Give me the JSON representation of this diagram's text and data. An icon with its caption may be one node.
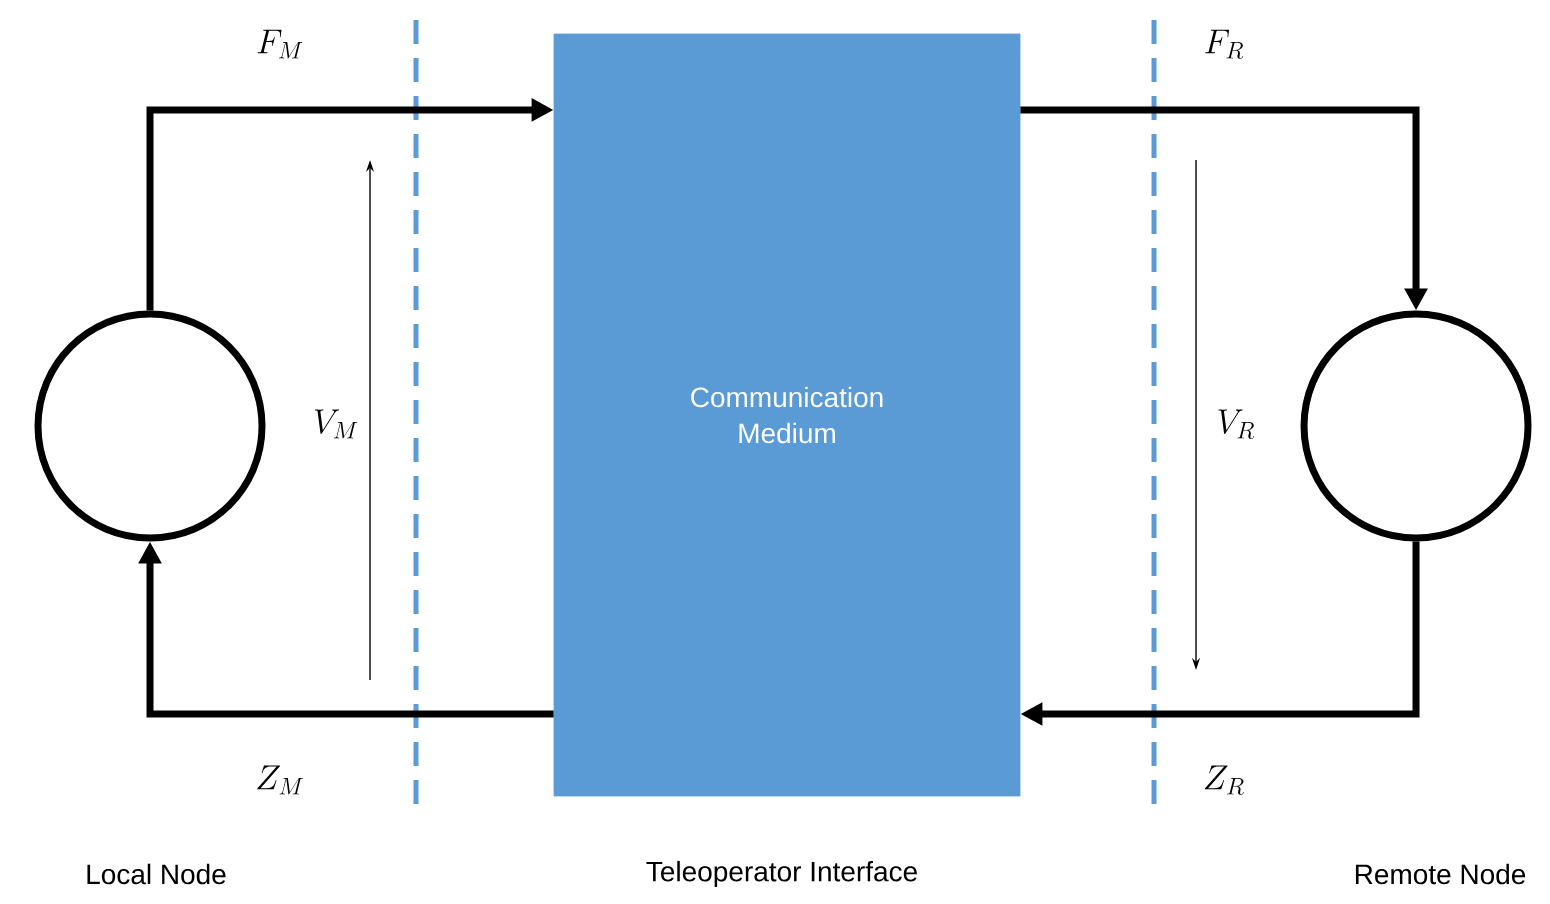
{
  "diagram": {
    "nodes": [
      {
        "text": [],
        "shape": "circle"
      },
      {
        "text": [
          "Communication Medium"
        ]
      },
      {
        "text": [],
        "shape": "circle"
      }
    ],
    "edges": [
      {
        "from": 0,
        "to": 1,
        "arrow": "to",
        "label": "F_M"
      },
      {
        "from": 1,
        "to": 2,
        "arrow": "to",
        "label": "F_R"
      },
      {
        "from": 2,
        "to": 1,
        "arrow": "to",
        "label": "Z_R"
      },
      {
        "from": 1,
        "to": 0,
        "arrow": "to",
        "label": "Z_M"
      }
    ],
    "labels": [
      "V_M",
      "V_R",
      "Local Node",
      "Teleoperator Interface",
      "Remote Node"
    ]
  }
}
